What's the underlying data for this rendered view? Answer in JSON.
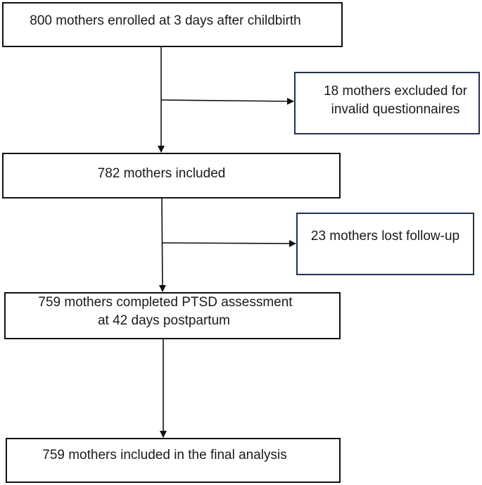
{
  "flowchart": {
    "enrolled": {
      "lines": [
        "800 mothers enrolled at 3 days after childbirth"
      ]
    },
    "excluded": {
      "lines": [
        "18 mothers excluded for",
        "invalid questionnaires"
      ]
    },
    "included": {
      "lines": [
        "782 mothers included"
      ]
    },
    "lost_followup": {
      "lines": [
        "23 mothers lost follow-up"
      ]
    },
    "completed": {
      "lines": [
        "759 mothers completed PTSD assessment",
        "at 42 days postpartum"
      ]
    },
    "final": {
      "lines": [
        "759 mothers included in the final analysis"
      ]
    }
  },
  "colors": {
    "main_border": "#111111",
    "side_border": "#1f3250",
    "arrow": "#111111",
    "text": "#1a1a1a"
  }
}
